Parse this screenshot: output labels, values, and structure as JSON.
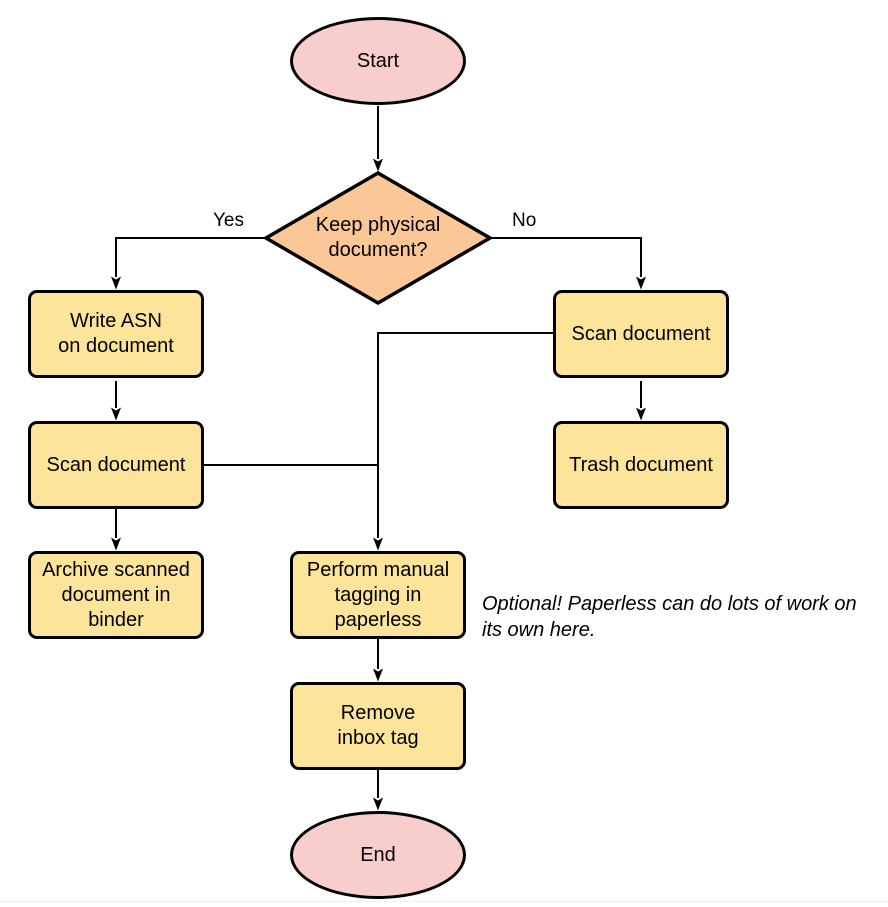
{
  "nodes": {
    "start": {
      "label": "Start",
      "type": "terminal"
    },
    "decision_keep_physical": {
      "label": "Keep physical\ndocument?",
      "type": "decision"
    },
    "write_asn": {
      "label": "Write ASN\non document",
      "type": "process"
    },
    "scan_document_left": {
      "label": "Scan document",
      "type": "process"
    },
    "archive_in_binder": {
      "label": "Archive scanned\ndocument in\nbinder",
      "type": "process"
    },
    "scan_document_right": {
      "label": "Scan document",
      "type": "process"
    },
    "trash_document": {
      "label": "Trash document",
      "type": "process"
    },
    "manual_tagging": {
      "label": "Perform manual\ntagging in\npaperless",
      "type": "process"
    },
    "remove_inbox_tag": {
      "label": "Remove\ninbox tag",
      "type": "process"
    },
    "end": {
      "label": "End",
      "type": "terminal"
    }
  },
  "edge_labels": {
    "yes": "Yes",
    "no": "No"
  },
  "annotation": {
    "text": "Optional! Paperless can do lots of work on\nits own here."
  },
  "colors": {
    "terminal_fill": "#F8CECC",
    "decision_fill": "#FBC796",
    "process_fill": "#FCE49B",
    "stroke": "#000000",
    "divider": "#EDEFF1"
  }
}
